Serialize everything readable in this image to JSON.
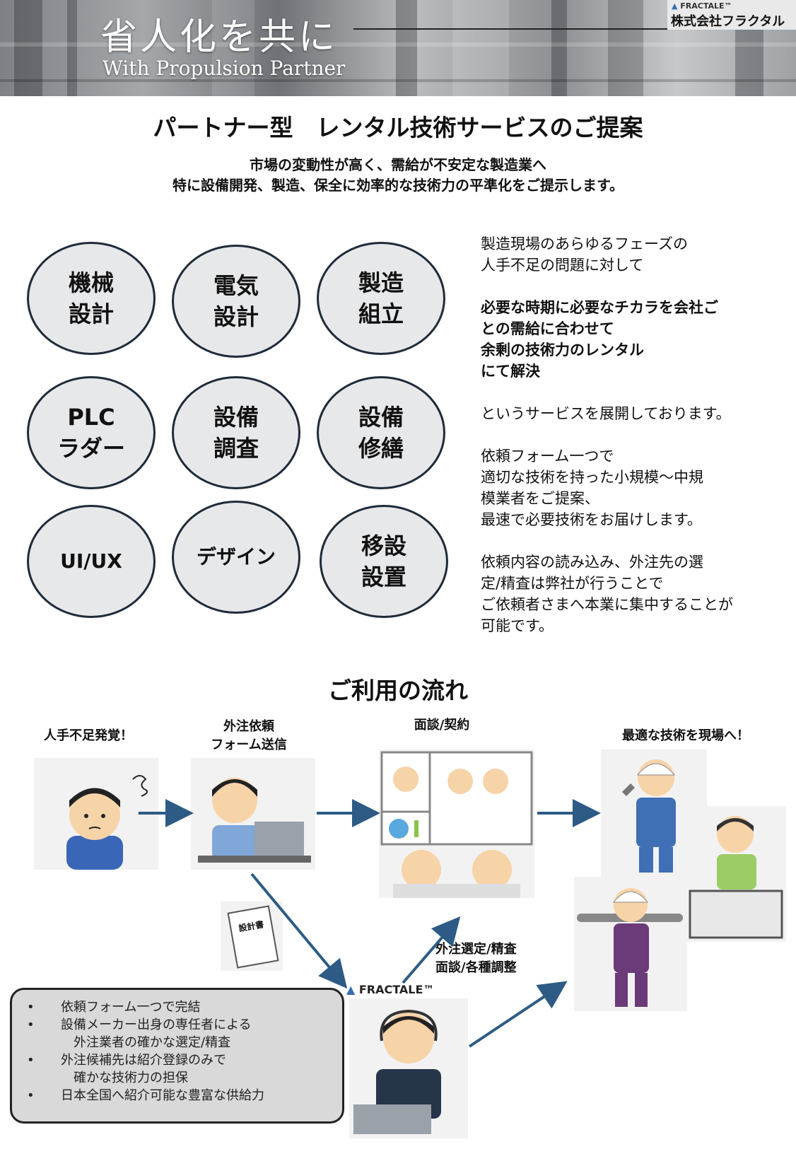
{
  "header": {
    "title": "省人化を共に",
    "subtitle": "With Propulsion Partner",
    "logo_mark": "FRACTALE™",
    "company": "株式会社フラクタル"
  },
  "main_title": "パートナー型　レンタル技術サービスのご提案",
  "lead_lines": [
    "市場の変動性が高く、需給が不安定な製造業へ",
    "特に設備開発、製造、保全に効率的な技術力の平準化をご提示します。"
  ],
  "services": [
    {
      "line1": "機械",
      "line2": "設計"
    },
    {
      "line1": "電気",
      "line2": "設計"
    },
    {
      "line1": "製造",
      "line2": "組立"
    },
    {
      "line1": "PLC",
      "line2": "ラダー"
    },
    {
      "line1": "設備",
      "line2": "調査"
    },
    {
      "line1": "設備",
      "line2": "修繕"
    },
    {
      "line1": "UI/UX",
      "line2": ""
    },
    {
      "line1": "デザイン",
      "line2": ""
    },
    {
      "line1": "移設",
      "line2": "設置"
    }
  ],
  "description": {
    "p1": [
      "製造現場のあらゆるフェーズの",
      "人手不足の問題に対して"
    ],
    "p2": [
      "必要な時期に必要なチカラを会社ご",
      "との需給に合わせて",
      "余剰の技術力のレンタル",
      "にて解決"
    ],
    "p3": [
      "というサービスを展開しております。"
    ],
    "p4": [
      "依頼フォーム一つで",
      "適切な技術を持った小規模～中規",
      "模業者をご提案、",
      "最速で必要技術をお届けします。"
    ],
    "p5": [
      "依頼内容の読み込み、外注先の選",
      "定/精査は弊社が行うことで",
      "ご依頼者さまへ本業に集中することが",
      "可能です。"
    ]
  },
  "flow": {
    "title": "ご利用の流れ",
    "step1": "人手不足発覚！",
    "step2": [
      "外注依頼",
      "フォーム送信"
    ],
    "step3": "面談/契約",
    "step4": "最適な技術を現場へ！",
    "document_label": "設計書",
    "fractale_label": "FRACTALE™",
    "fractale_tasks": [
      "外注選定/精査",
      "面談/各種調整"
    ]
  },
  "notes": [
    {
      "bullet": "•",
      "lines": [
        "依頼フォーム一つで完結"
      ]
    },
    {
      "bullet": "•",
      "lines": [
        "設備メーカー出身の専任者による",
        "　外注業者の確かな選定/精査"
      ]
    },
    {
      "bullet": "•",
      "lines": [
        "外注候補先は紹介登録のみで",
        "　確かな技術力の担保"
      ]
    },
    {
      "bullet": "•",
      "lines": [
        "日本全国へ紹介可能な豊富な供給力"
      ]
    }
  ],
  "colors": {
    "circle_fill": "#e7e8ea",
    "circle_border": "#1f2b3a",
    "arrow": "#2d5b85",
    "note_fill": "#d9d9d9"
  }
}
